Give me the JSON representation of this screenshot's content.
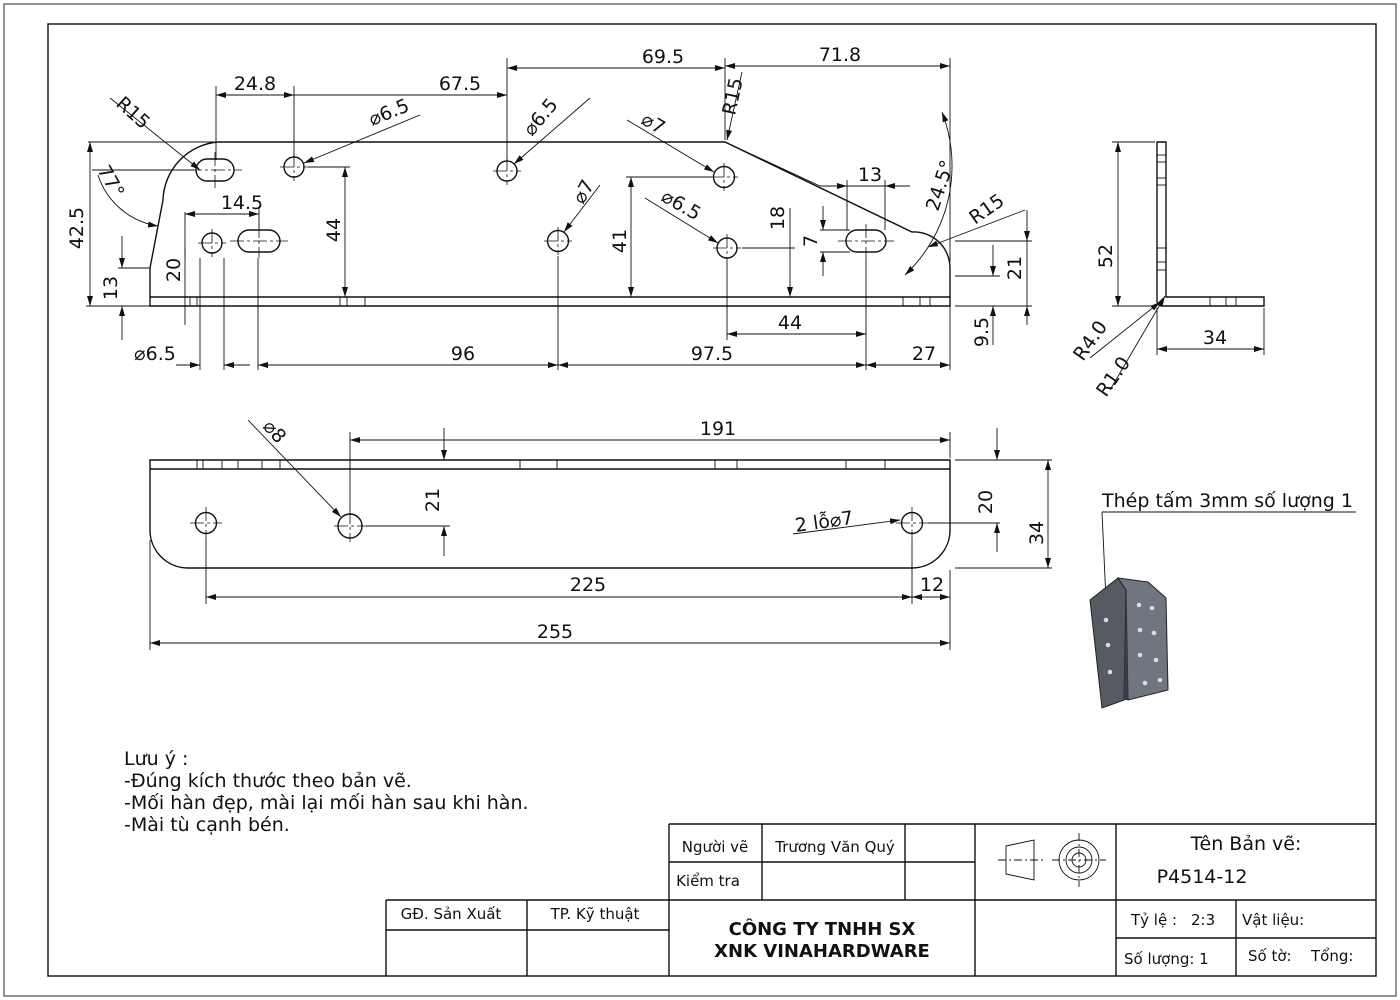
{
  "top_view": {
    "dims": {
      "d_24_8": "24.8",
      "d_67_5": "67.5",
      "d_69_5": "69.5",
      "d_71_8": "71.8",
      "r15_a": "R15",
      "dia65_a": "⌀6.5",
      "dia65_b": "⌀6.5",
      "dia7_a": "⌀7",
      "r15_b": "R15",
      "ang77": "77°",
      "d_42_5": "42.5",
      "d_14_5": "14.5",
      "d_44v": "44",
      "dia7_b": "⌀7",
      "d_13h": "13",
      "ang245": "24.5°",
      "r15_c": "R15",
      "dia65_c": "⌀6.5",
      "d_41": "41",
      "d_18": "18",
      "d_7": "7",
      "d_21": "21",
      "d_20": "20",
      "d_13v": "13",
      "d_44h": "44",
      "d_9_5": "9.5",
      "dia65_d": "⌀6.5",
      "d_96": "96",
      "d_97_5": "97.5",
      "d_27": "27"
    }
  },
  "side_view": {
    "dims": {
      "d_52": "52",
      "d_34": "34",
      "r40": "R4.0",
      "r10": "R1.0"
    }
  },
  "front_view": {
    "dims": {
      "dia8": "⌀8",
      "d_191": "191",
      "d_21": "21",
      "holes": "2 lỗ⌀7",
      "d_20": "20",
      "d_34": "34",
      "d_225": "225",
      "d_12": "12",
      "d_255": "255"
    }
  },
  "material_label": "Thép tấm 3mm số lượng 1",
  "notes": {
    "title": "Lưu ý :",
    "lines": [
      "-Đúng kích thước theo bản vẽ.",
      "-Mối hàn đẹp, mài lại mối hàn sau khi hàn.",
      "-Mài tù cạnh bén."
    ]
  },
  "title_block": {
    "drawn_by_label": "Người vẽ",
    "drawn_by": "Trương Văn Quý",
    "checked_label": "Kiểm tra",
    "checked": "",
    "prod_director": "GĐ. Sản Xuất",
    "tech_head": "TP. Kỹ thuật",
    "company_line1": "CÔNG TY TNHH SX",
    "company_line2": "XNK VINAHARDWARE",
    "drawing_name_label": "Tên Bản vẽ:",
    "drawing_number": "P4514-12",
    "scale_label": "Tỷ lệ :",
    "scale_value": "2:3",
    "material_label": "Vật liệu:",
    "material_value": "",
    "quantity_label": "Số lượng: 1",
    "sheet_label": "Số tờ:",
    "total_label": "Tổng:"
  }
}
